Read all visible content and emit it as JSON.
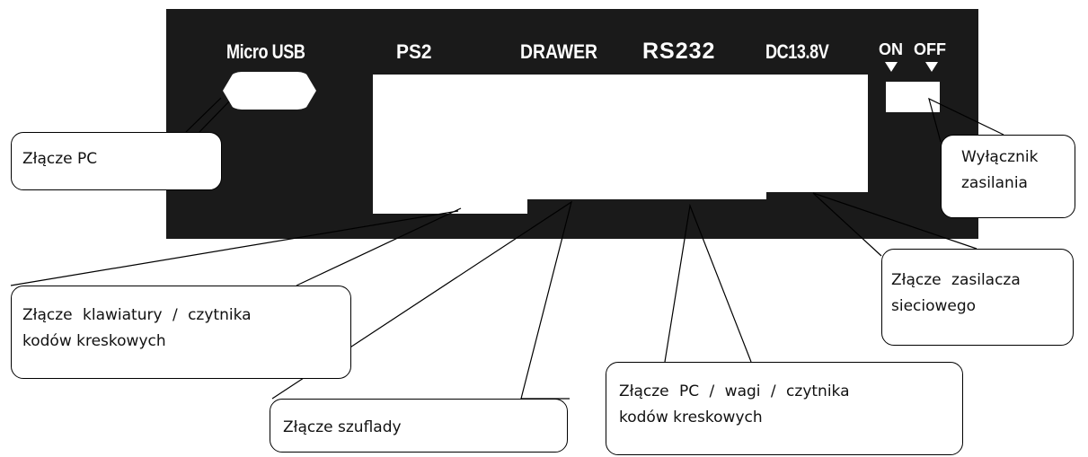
{
  "panel": {
    "port_labels": {
      "micro_usb": "Micro USB",
      "ps2": "PS2",
      "drawer": "DRAWER",
      "rs232": "RS232",
      "dc": "DC13.8V",
      "on": "ON",
      "off": "OFF"
    }
  },
  "callouts": {
    "pc": "Złącze PC",
    "switch_line1": "Wyłącznik",
    "switch_line2": "zasilania",
    "keyboard_line1": "Złącze klawiatury / czytnika",
    "keyboard_line2": "kodów kreskowych",
    "psu_line1": "Złącze zasilacza",
    "psu_line2": "sieciowego",
    "drawer": "Złącze szuflady",
    "pc_scale_line1": "Złącze PC / wagi / czytnika",
    "pc_scale_line2": "kodów kreskowych"
  },
  "colors": {
    "panel": "#1a1a1a",
    "port": "#ffffff",
    "line": "#000000"
  }
}
